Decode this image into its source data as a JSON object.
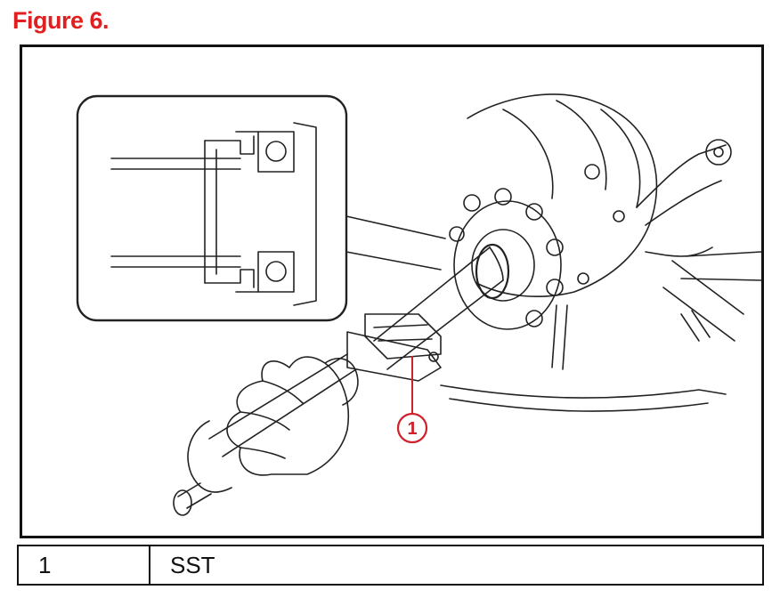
{
  "figure": {
    "title": "Figure 6.",
    "callout_number": "1"
  },
  "legend": {
    "rows": [
      {
        "number": "1",
        "label": "SST"
      }
    ]
  },
  "colors": {
    "title": "#e02020",
    "callout": "#d0202a",
    "line": "#222222"
  }
}
